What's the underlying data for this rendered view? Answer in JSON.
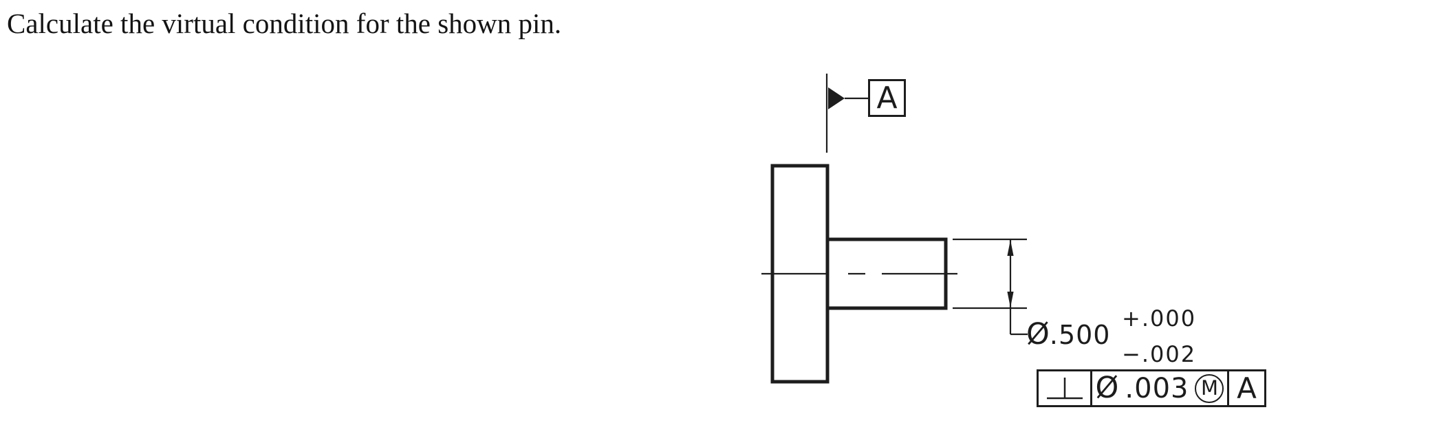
{
  "question": {
    "text": "Calculate the virtual condition for the shown pin."
  },
  "drawing": {
    "datum_flag": {
      "label": "A"
    },
    "size_dimension": {
      "diameter_symbol": "Ø",
      "value": ".500",
      "upper_tolerance": "+.000",
      "lower_tolerance": "−.002"
    },
    "feature_control_frame": {
      "geometric_characteristic_symbol": "⊥",
      "geometric_characteristic_name": "perpendicularity",
      "zone_diameter_symbol": "Ø",
      "tolerance_value": ".003",
      "material_modifier_letter": "M",
      "material_modifier_icon": "circled-m-mmc-icon",
      "datum_reference": "A"
    },
    "colors": {
      "line": "#1d1d1d",
      "background": "#ffffff"
    }
  }
}
